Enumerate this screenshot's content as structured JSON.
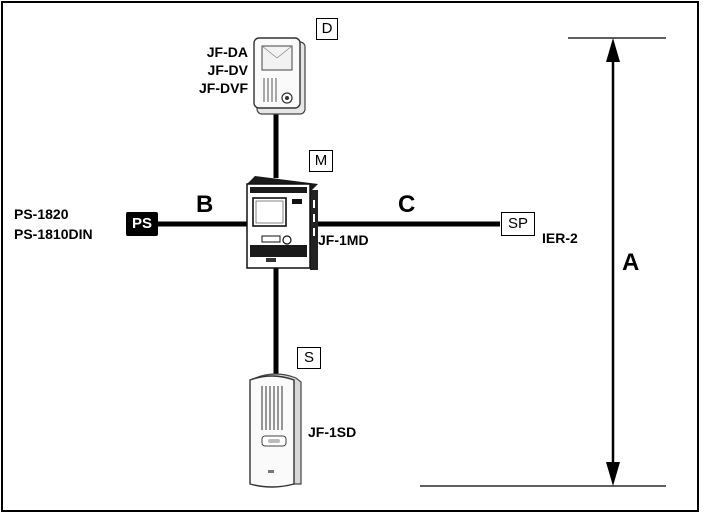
{
  "labels": {
    "door_station_models": [
      "JF-DA",
      "JF-DV",
      "JF-DVF"
    ],
    "power_supply_models": [
      "PS-1820",
      "PS-1810DIN"
    ],
    "master_model": "JF-1MD",
    "speaker_model": "IER-2",
    "sub_model": "JF-1SD"
  },
  "boxes": {
    "door": "D",
    "master": "M",
    "sub": "S",
    "speaker": "SP",
    "power": "PS"
  },
  "distances": {
    "a": "A",
    "b": "B",
    "c": "C"
  }
}
